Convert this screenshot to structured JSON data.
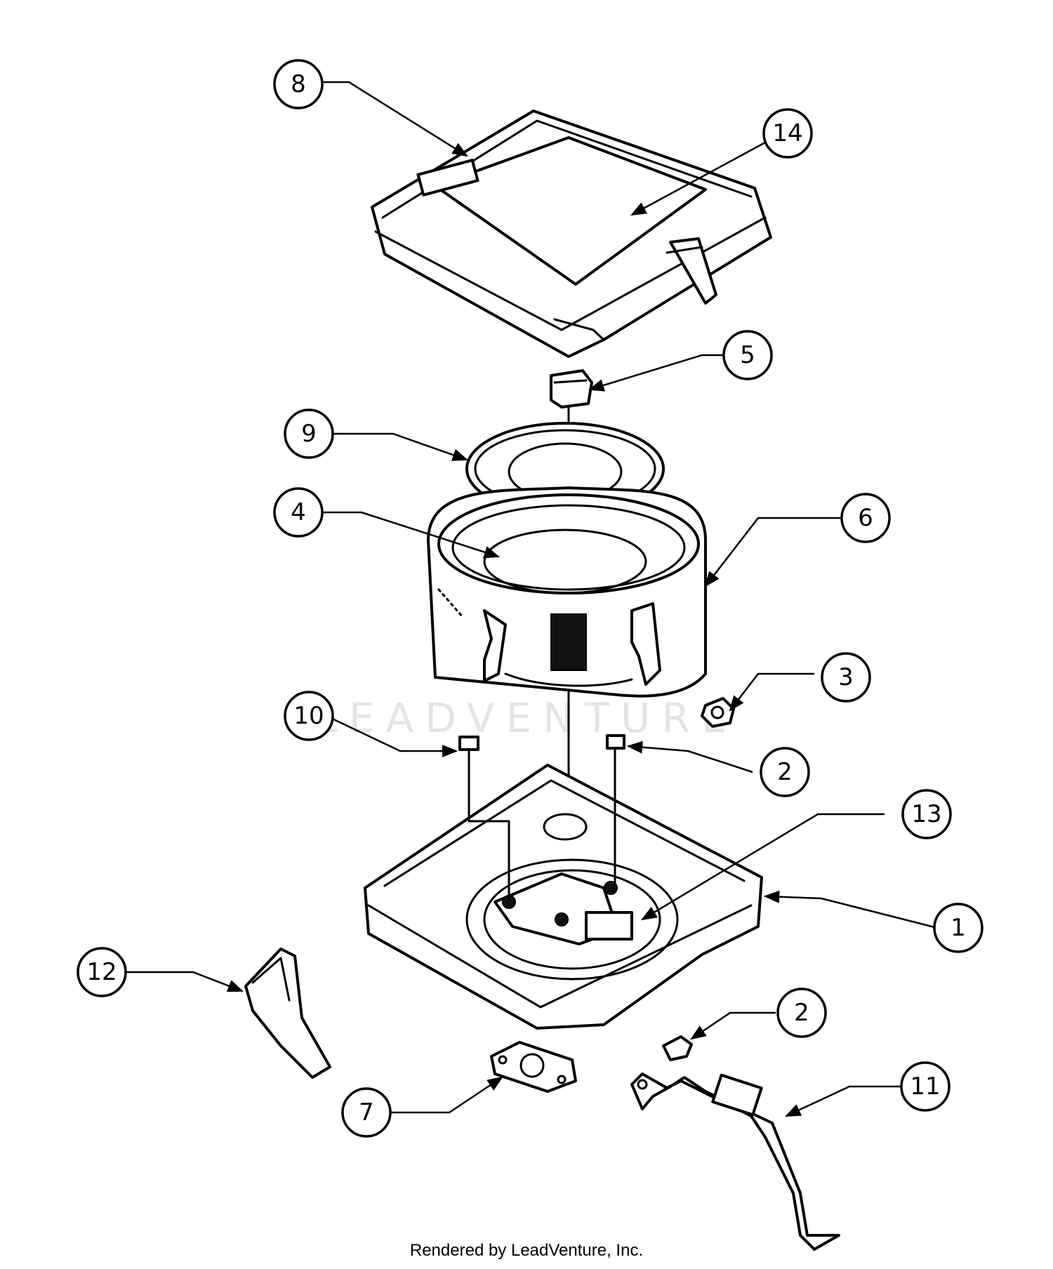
{
  "watermark": "LEADVENTURE",
  "credit": "Rendered by LeadVenture, Inc.",
  "callouts": {
    "c8": "8",
    "c14": "14",
    "c5": "5",
    "c9": "9",
    "c4": "4",
    "c6": "6",
    "c3": "3",
    "c10": "10",
    "c2a": "2",
    "c13": "13",
    "c1": "1",
    "c12": "12",
    "c2b": "2",
    "c11": "11",
    "c7": "7"
  }
}
